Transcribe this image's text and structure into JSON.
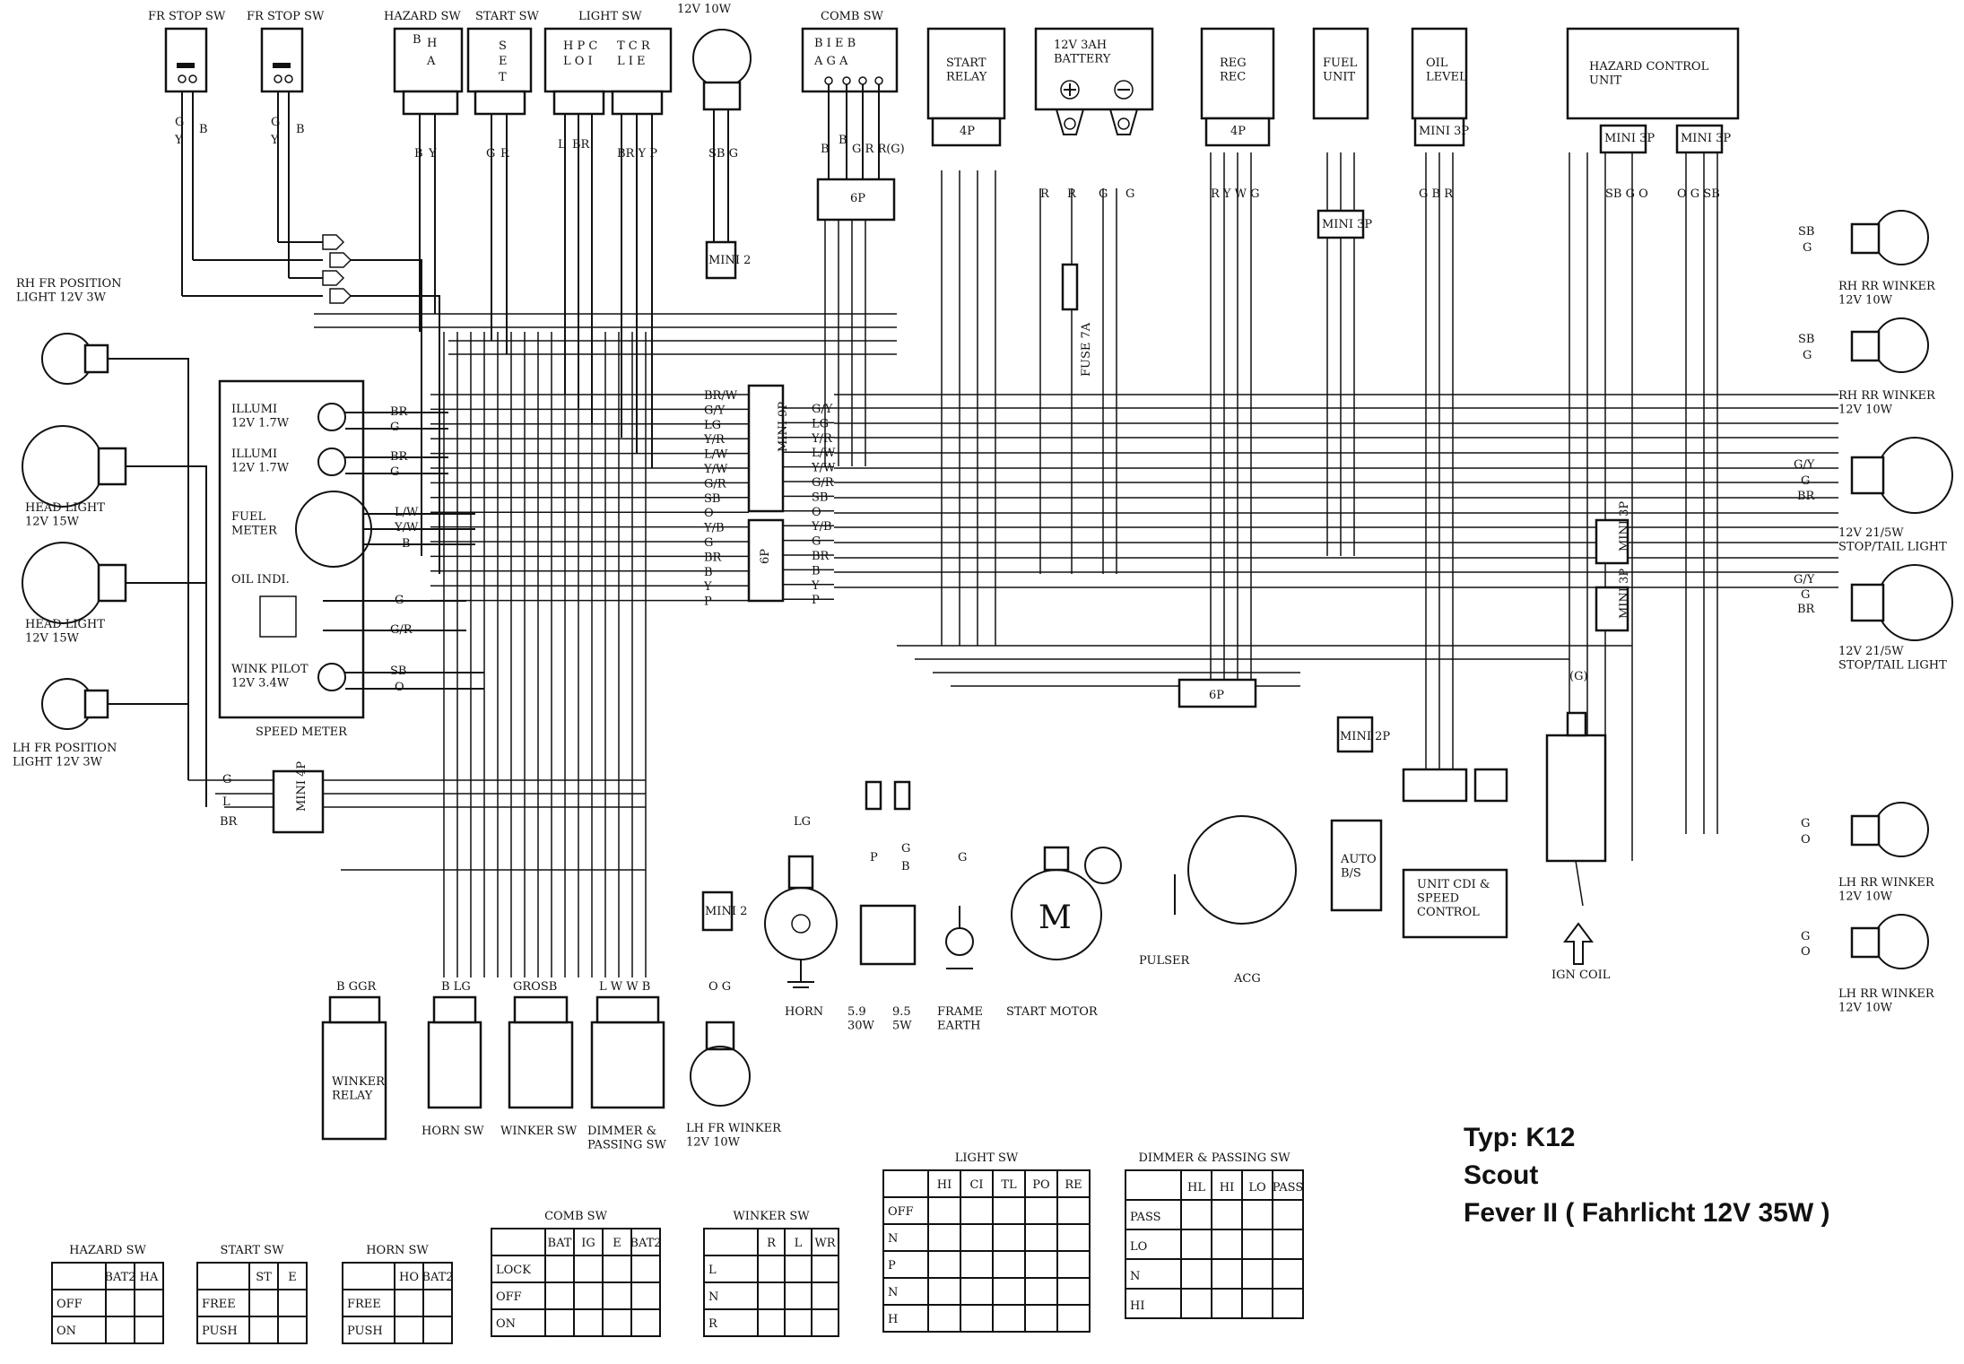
{
  "diagram": {
    "footer": {
      "line1": "Typ: K12",
      "line2": "Scout",
      "line3": "Fever II ( Fahrlicht 12V 35W )"
    },
    "top_components": {
      "fr_stop_sw_1": "FR STOP SW",
      "fr_stop_sw_2": "FR STOP SW",
      "hazard_sw": "HAZARD SW",
      "start_sw": "START SW",
      "light_sw": "LIGHT SW",
      "fr_winker": "12V 10W",
      "comb_sw": "COMB SW",
      "start_relay": "START\nRELAY",
      "battery": "12V 3AH\nBATTERY",
      "reg_rec": "REG\nREC",
      "fuel_unit": "FUEL\nUNIT",
      "oil_level": "OIL\nLEVEL",
      "hazard_unit": "HAZARD CONTROL\nUNIT"
    },
    "left_components": {
      "rh_fr_position": "RH FR POSITION\nLIGHT 12V 3W",
      "head_light_1": "HEAD LIGHT\n12V 15W",
      "head_light_2": "HEAD LIGHT\n12V 15W",
      "lh_fr_position": "LH FR POSITION\nLIGHT 12V 3W",
      "illumi_1": "ILLUMI\n12V 1.7W",
      "illumi_2": "ILLUMI\n12V 1.7W",
      "fuel_meter": "FUEL\nMETER",
      "oil_indi": "OIL INDI.",
      "wink_pilot": "WINK PILOT\n12V 3.4W",
      "speed_meter": "SPEED METER"
    },
    "right_components": {
      "rh_rr_winker_1": "RH RR WINKER\n12V 10W",
      "rh_rr_winker_2": "RH RR WINKER\n12V 10W",
      "stop_tail_1": "12V 21/5W\nSTOP/TAIL LIGHT",
      "stop_tail_2": "12V 21/5W\nSTOP/TAIL LIGHT",
      "lh_rr_winker_1": "LH RR WINKER\n12V 10W",
      "lh_rr_winker_2": "LH RR WINKER\n12V 10W",
      "ign_coil": "IGN COIL"
    },
    "bottom_components": {
      "winker_relay": "WINKER\nRELAY",
      "horn_sw": "HORN SW",
      "winker_sw": "WINKER SW",
      "dimmer_sw": "DIMMER &\nPASSING SW",
      "lh_fr_winker": "LH FR WINKER\n12V 10W",
      "horn": "HORN",
      "res_59": "5.9\n30W",
      "res_95": "9.5\n5W",
      "frame_earth": "FRAME\nEARTH",
      "start_motor": "START MOTOR",
      "pulser": "PULSER",
      "acg": "ACG",
      "auto_bs": "AUTO\nB/S",
      "cdi": "UNIT CDI &\nSPEED\nCONTROL",
      "fuse": "FUSE 7A"
    },
    "connector_wires_left": [
      "BR/W",
      "G/Y",
      "LG",
      "Y/R",
      "L/W",
      "Y/W",
      "G/R",
      "SB",
      "O",
      "Y/B",
      "G",
      "BR",
      "B",
      "Y",
      "P"
    ],
    "connector_wires_right": [
      "G/Y",
      "LG",
      "Y/R",
      "L/W",
      "Y/W",
      "G/R",
      "SB",
      "O",
      "Y/B",
      "G",
      "BR",
      "B",
      "Y",
      "P"
    ],
    "switch_tables": [
      {
        "title": "HAZARD SW",
        "cols": [
          "",
          "BAT2",
          "HA"
        ],
        "rows": [
          "OFF",
          "ON"
        ]
      },
      {
        "title": "START SW",
        "cols": [
          "",
          "ST",
          "E"
        ],
        "rows": [
          "FREE",
          "PUSH"
        ]
      },
      {
        "title": "HORN SW",
        "cols": [
          "",
          "HO",
          "BAT2"
        ],
        "rows": [
          "FREE",
          "PUSH"
        ]
      },
      {
        "title": "COMB SW",
        "cols": [
          "",
          "BAT",
          "IG",
          "E",
          "BAT2"
        ],
        "rows": [
          "LOCK",
          "OFF",
          "ON"
        ]
      },
      {
        "title": "WINKER SW",
        "cols": [
          "",
          "R",
          "L",
          "WR"
        ],
        "rows": [
          "L",
          "N",
          "R"
        ]
      },
      {
        "title": "LIGHT SW",
        "cols": [
          "",
          "HI",
          "CI",
          "TL",
          "PO",
          "RE"
        ],
        "rows": [
          "OFF",
          "N",
          "P",
          "N",
          "H"
        ]
      },
      {
        "title": "DIMMER & PASSING SW",
        "cols": [
          "",
          "HL",
          "HI",
          "LO",
          "PASS"
        ],
        "rows": [
          "PASS",
          "LO",
          "N",
          "HI"
        ]
      }
    ]
  }
}
